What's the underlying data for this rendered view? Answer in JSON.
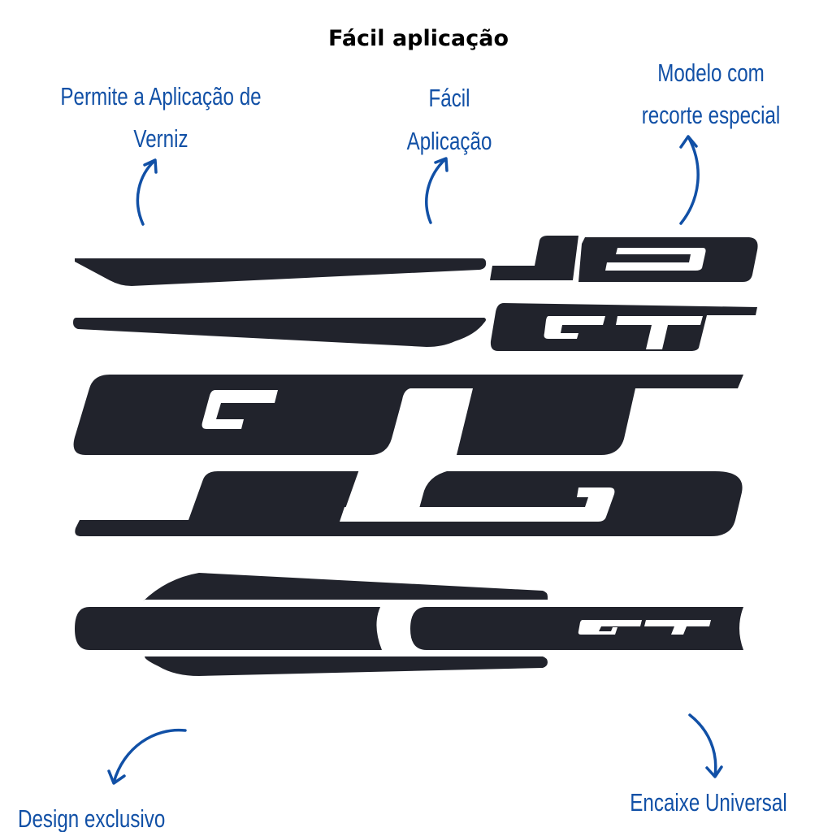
{
  "title": "Fácil aplicação",
  "annotations": {
    "varnish": [
      "Permite a Aplicação de",
      "Verniz"
    ],
    "easy": [
      "Fácil",
      "Aplicação"
    ],
    "cut": [
      "Modelo com",
      "recorte especial"
    ],
    "design": "Design exclusivo",
    "fit": "Encaixe Universal"
  },
  "colors": {
    "decal": "#21232c",
    "annotation": "#1150a6",
    "title": "#000000"
  }
}
